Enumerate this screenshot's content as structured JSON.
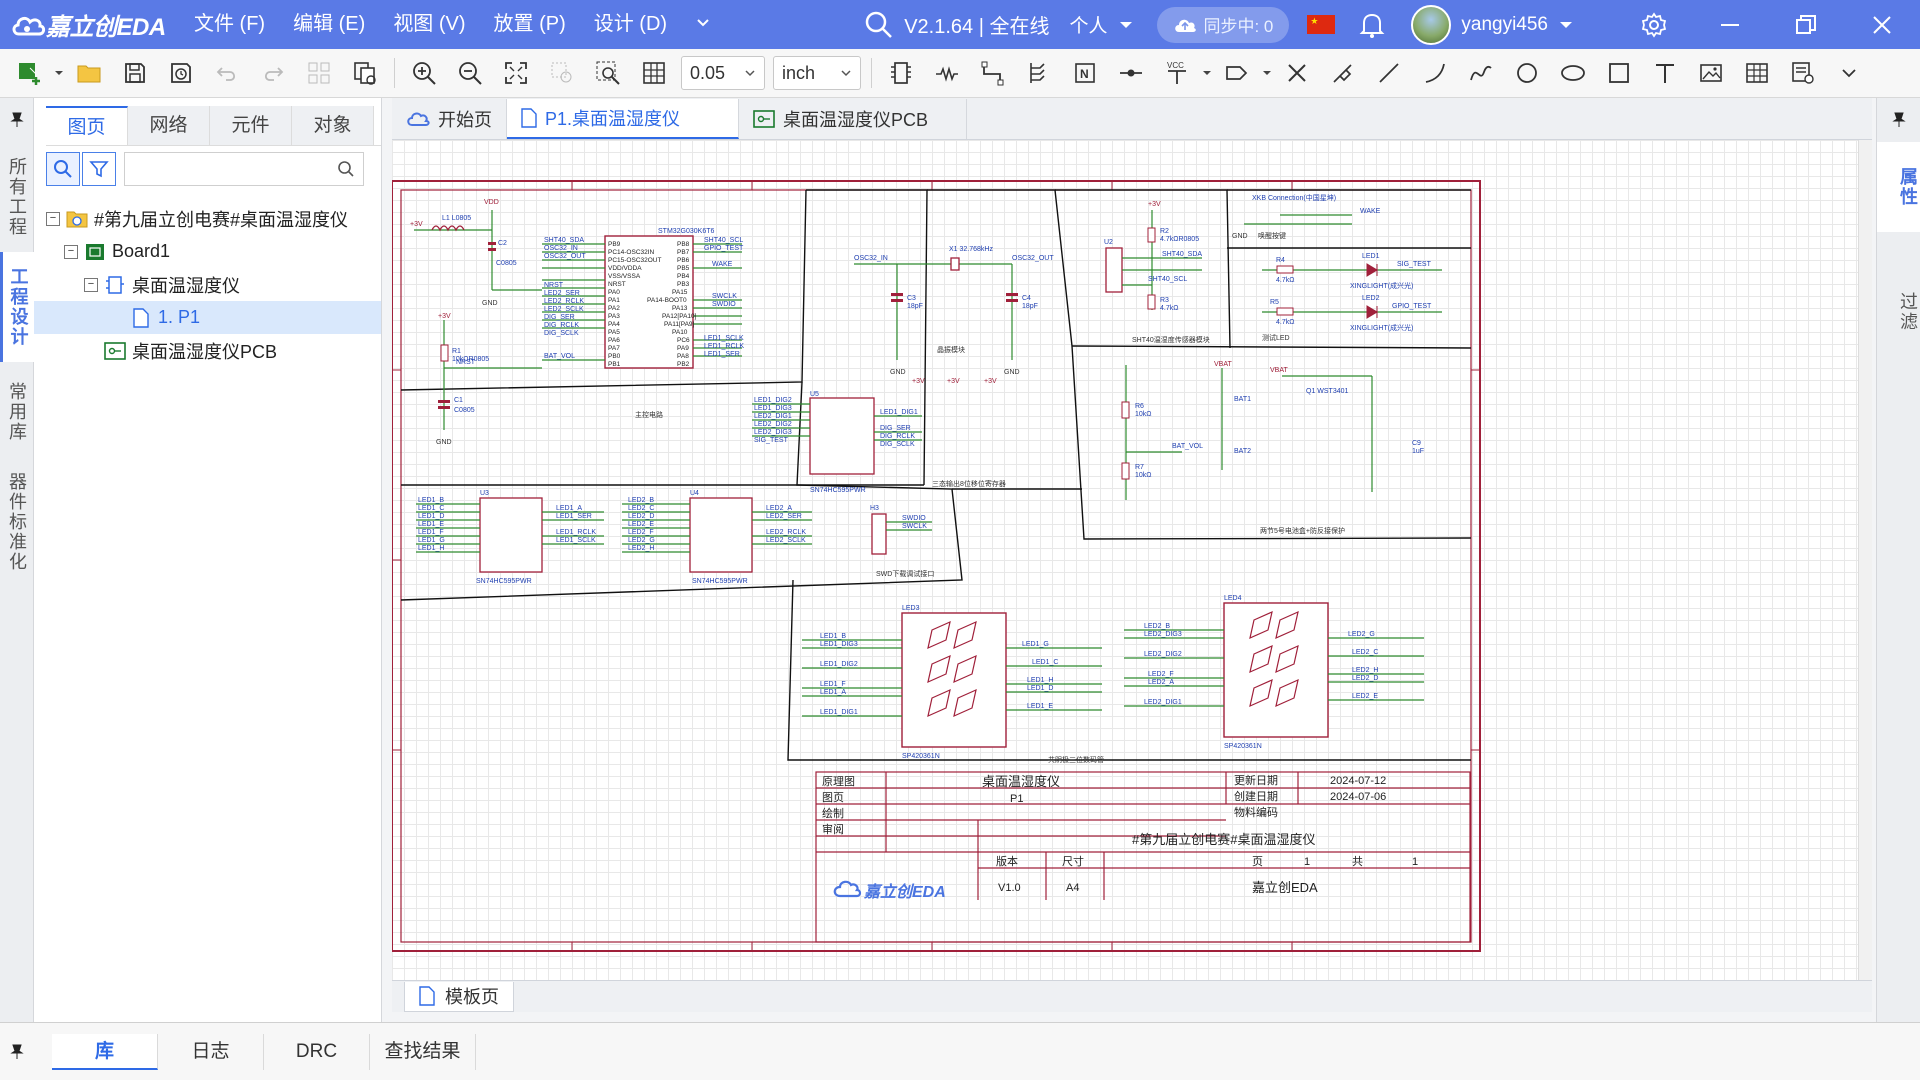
{
  "app": {
    "logo": "嘉立创EDA",
    "version": "V2.1.64 | 全在线",
    "mode": "个人",
    "sync_status": "同步中: 0",
    "username": "yangyi456"
  },
  "menu": [
    "文件 (F)",
    "编辑 (E)",
    "视图 (V)",
    "放置 (P)",
    "设计 (D)"
  ],
  "toolbar": {
    "grid_value": "0.05",
    "unit": "inch"
  },
  "left_strip": [
    "所有工程",
    "工程设计",
    "常用库",
    "器件标准化"
  ],
  "left_panel": {
    "tabs": [
      "图页",
      "网络",
      "元件",
      "对象"
    ],
    "active_tab": "图页",
    "search_placeholder": "",
    "tree": {
      "project": "#第九届立创电赛#桌面温湿度仪",
      "board": "Board1",
      "schematic": "桌面温湿度仪",
      "page": "1. P1",
      "pcb": "桌面温湿度仪PCB"
    }
  },
  "doc_tabs": [
    "开始页",
    "P1.桌面温湿度仪",
    "桌面温湿度仪PCB"
  ],
  "active_doc_tab": "P1.桌面温湿度仪",
  "page_tabs": [
    "模板页"
  ],
  "right_strip": [
    "属性",
    "过滤"
  ],
  "bottom_tabs": [
    "库",
    "日志",
    "DRC",
    "查找结果"
  ],
  "title_block": {
    "label_schematic": "原理图",
    "title": "桌面温湿度仪",
    "label_page": "图页",
    "page": "P1",
    "label_drawn": "绘制",
    "label_review": "审阅",
    "label_updated": "更新日期",
    "updated": "2024-07-12",
    "label_created": "创建日期",
    "created": "2024-07-06",
    "label_material": "物料编码",
    "project": "#第九届立创电赛#桌面温湿度仪",
    "label_version": "版本",
    "version": "V1.0",
    "label_size": "尺寸",
    "size": "A4",
    "label_page_no": "页",
    "page_no": "1",
    "label_total": "共",
    "total": "1",
    "company": "嘉立创EDA",
    "logo": "嘉立创EDA"
  },
  "schematic": {
    "mcu": "STM32G030K6T6",
    "mcu_caption": "主控电路",
    "crystal": "X1 32.768kHz",
    "crystal_caption": "晶振模块",
    "sensor": "SHT40温湿度传感器模块",
    "connector": "XKB Connection(中国星坤)",
    "wake_caption": "唤醒按键",
    "led_caption": "测试LED",
    "shift_caption": "三态输出8位移位寄存器",
    "swd_caption": "SWD下载调试接口",
    "battery_caption": "两节5号电池盒+防反接保护",
    "display_caption": "共阴极三位数码管",
    "u3": "SN74HC595PWR",
    "u4": "SN74HC595PWR",
    "u5": "SN74HC595PWR",
    "led3": "SP420361N",
    "led4": "SP420361N",
    "q1": "Q1 WST3401"
  },
  "colors": {
    "accent": "#5a7ae6",
    "frame": "#a0203a",
    "wire": "#2e8b2e",
    "label": "#1f3fb0"
  }
}
